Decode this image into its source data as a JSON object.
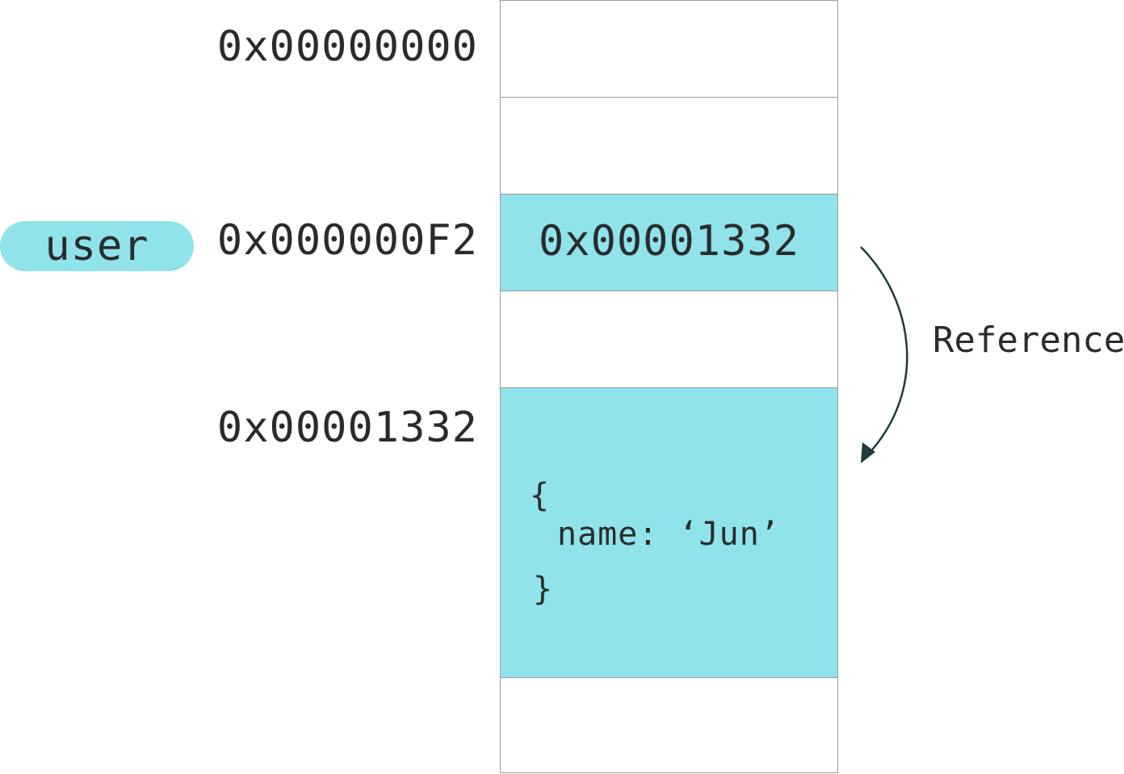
{
  "addresses": {
    "a0": "0x00000000",
    "a1": "0x000000F2",
    "a2": "0x00001332"
  },
  "variable": {
    "name": "user"
  },
  "memory": {
    "pointer_value": "0x00001332",
    "object_open": "{",
    "object_body": "name: ‘Jun’",
    "object_close": "}"
  },
  "reference_label": "Reference",
  "colors": {
    "highlight": "#90e3ea",
    "text": "#2b2b2b",
    "border": "#9a9a9a",
    "arrow": "#1f3a3d"
  }
}
